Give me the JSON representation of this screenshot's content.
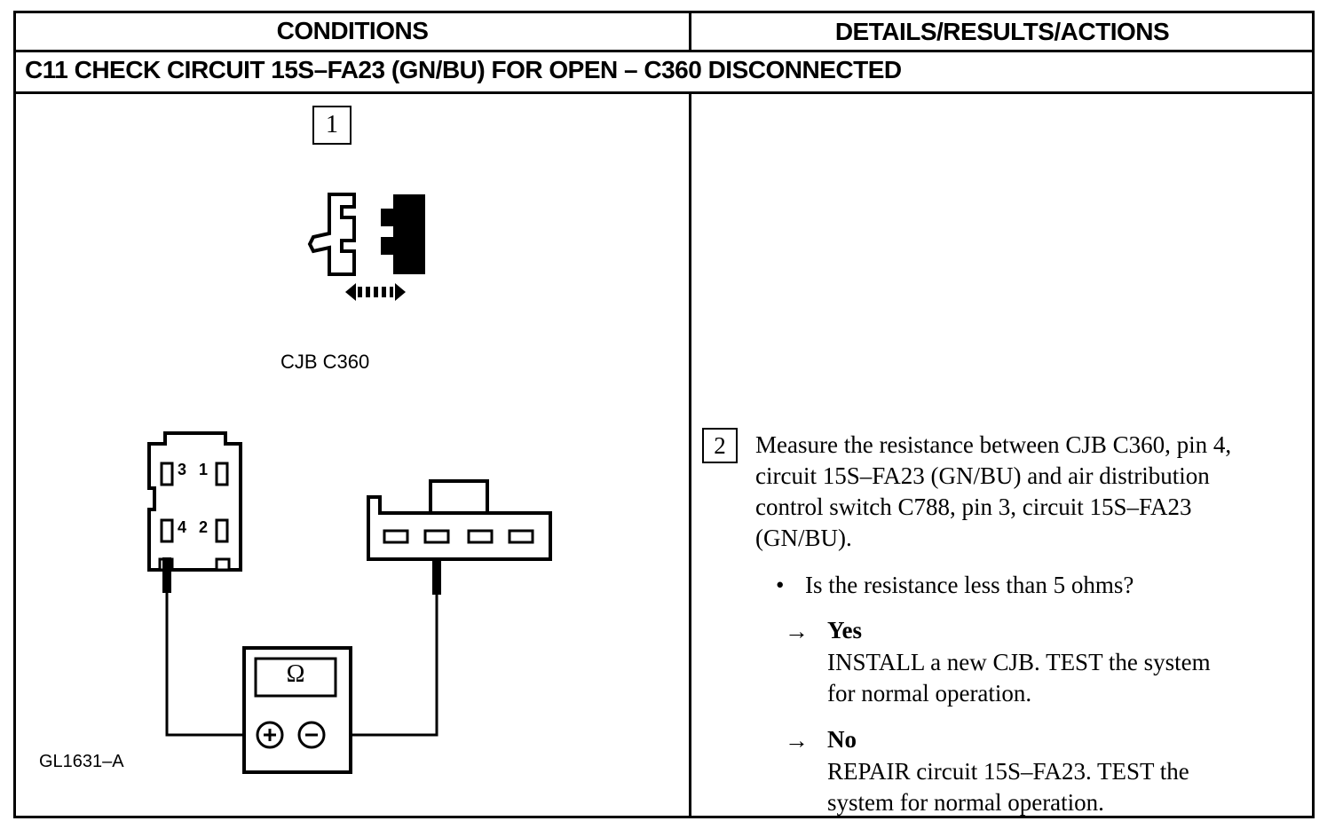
{
  "headers": {
    "conditions": "CONDITIONS",
    "details": "DETAILS/RESULTS/ACTIONS"
  },
  "step": {
    "title": "C11 CHECK CIRCUIT 15S–FA23 (GN/BU) FOR OPEN – C360 DISCONNECTED"
  },
  "conditions": {
    "step1_number": "1",
    "connector_label": "CJB C360",
    "pin_labels": [
      "3",
      "1",
      "4",
      "2"
    ],
    "meter_symbol": "Ω",
    "figure_id": "GL1631–A"
  },
  "details": {
    "step2_number": "2",
    "instruction_lines": [
      "Measure the resistance between CJB C360, pin 4,",
      "circuit 15S–FA23 (GN/BU) and air distribution",
      "control switch C788, pin 3, circuit 15S–FA23",
      "(GN/BU)."
    ],
    "question": "Is the resistance less than 5 ohms?",
    "yes_label": "Yes",
    "yes_action_lines": [
      "INSTALL a new CJB. TEST the system",
      "for normal operation."
    ],
    "no_label": "No",
    "no_action_lines": [
      "REPAIR circuit 15S–FA23. TEST the",
      "system for normal operation."
    ],
    "arrow": "→",
    "bullet": "•"
  }
}
